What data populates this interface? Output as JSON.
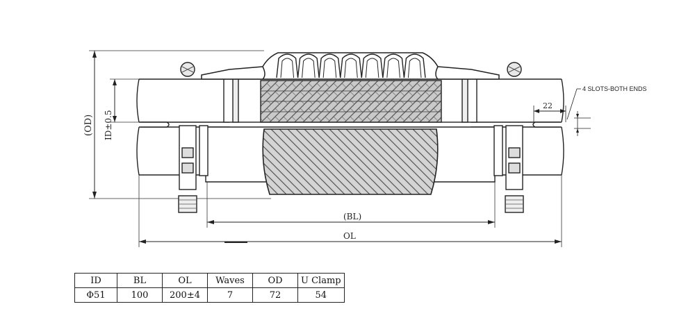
{
  "labels": {
    "od": "(OD)",
    "id_tol": "ID±0.5",
    "bl": "(BL)",
    "ol": "OL",
    "slots_note": "4 SLOTS-BOTH ENDS",
    "slot_len": "22"
  },
  "table": {
    "headers": [
      "ID",
      "BL",
      "OL",
      "Waves",
      "OD",
      "U Clamp"
    ],
    "row": [
      "Φ51",
      "100",
      "200±4",
      "7",
      "72",
      "54"
    ]
  }
}
